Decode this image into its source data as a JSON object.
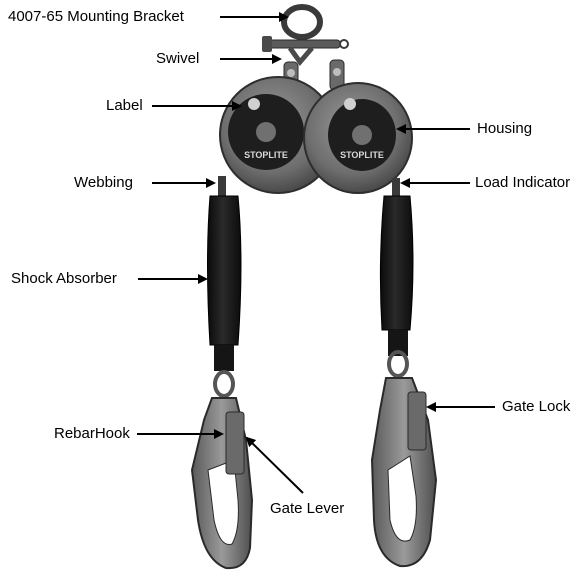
{
  "labels": {
    "mounting_bracket": "4007-65 Mounting Bracket",
    "swivel": "Swivel",
    "label": "Label",
    "housing": "Housing",
    "webbing": "Webbing",
    "load_indicator": "Load Indicator",
    "shock_absorber": "Shock Absorber",
    "gate_lock": "Gate Lock",
    "rebar_hook": "RebarHook",
    "gate_lever": "Gate Lever"
  },
  "housing_brand": "STOPLITE",
  "colors": {
    "metal_dark": "#3a3a3a",
    "metal_mid": "#7a7a7a",
    "metal_light": "#a8a8a8",
    "webbing": "#141414",
    "text": "#000000"
  }
}
